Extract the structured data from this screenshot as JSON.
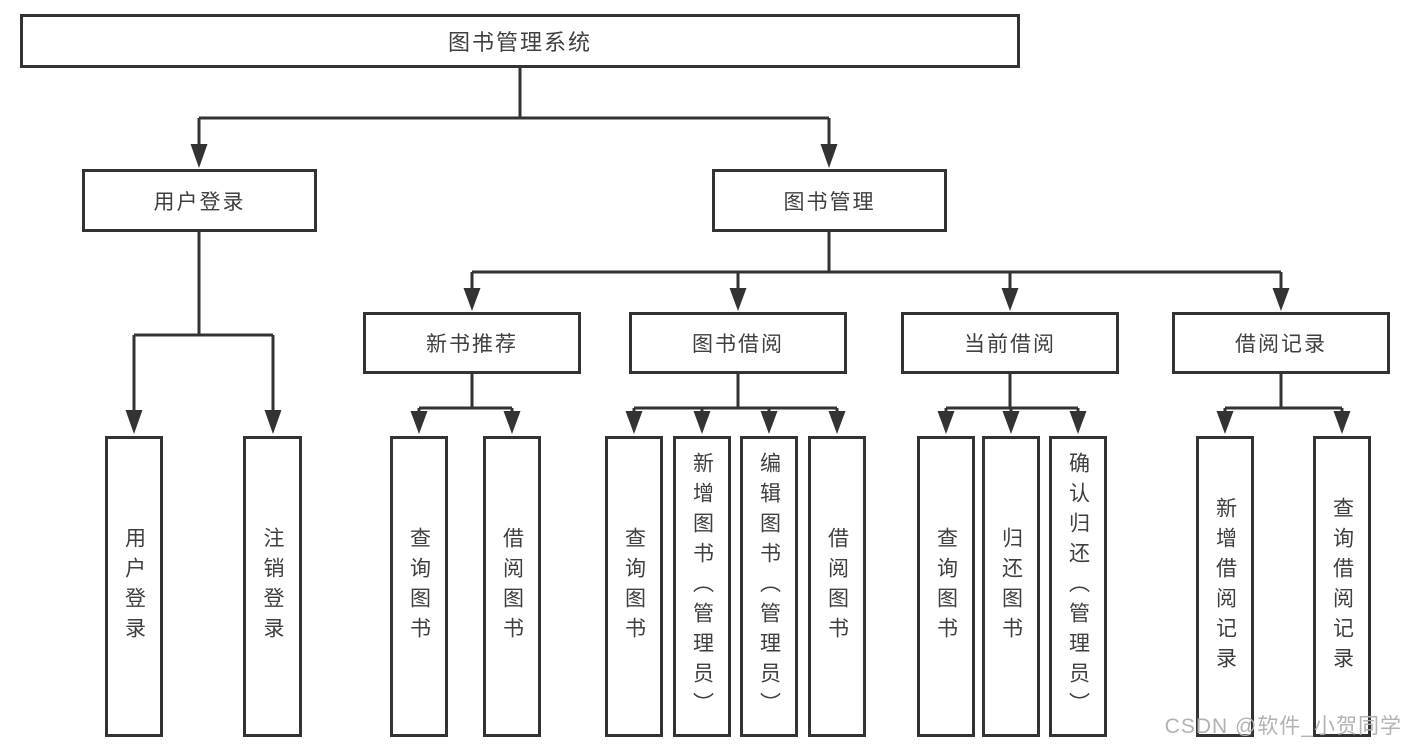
{
  "tree": {
    "label": "图书管理系统",
    "children": [
      {
        "label": "用户登录",
        "children": [
          {
            "label": "用户登录"
          },
          {
            "label": "注销登录"
          }
        ]
      },
      {
        "label": "图书管理",
        "children": [
          {
            "label": "新书推荐",
            "children": [
              {
                "label": "查询图书"
              },
              {
                "label": "借阅图书"
              }
            ]
          },
          {
            "label": "图书借阅",
            "children": [
              {
                "label": "查询图书"
              },
              {
                "label": "新增图书（管理员）"
              },
              {
                "label": "编辑图书（管理员）"
              },
              {
                "label": "借阅图书"
              }
            ]
          },
          {
            "label": "当前借阅",
            "children": [
              {
                "label": "查询图书"
              },
              {
                "label": "归还图书"
              },
              {
                "label": "确认归还（管理员）"
              }
            ]
          },
          {
            "label": "借阅记录",
            "children": [
              {
                "label": "新增借阅记录"
              },
              {
                "label": "查询借阅记录"
              }
            ]
          }
        ]
      }
    ]
  },
  "watermark": {
    "text": "CSDN @软件_小贺同学"
  },
  "colors": {
    "line": "#333333",
    "border": "#333333",
    "fill": "#ffffff",
    "text": "#3f3f3f",
    "watermark": "#b2b2b2"
  }
}
